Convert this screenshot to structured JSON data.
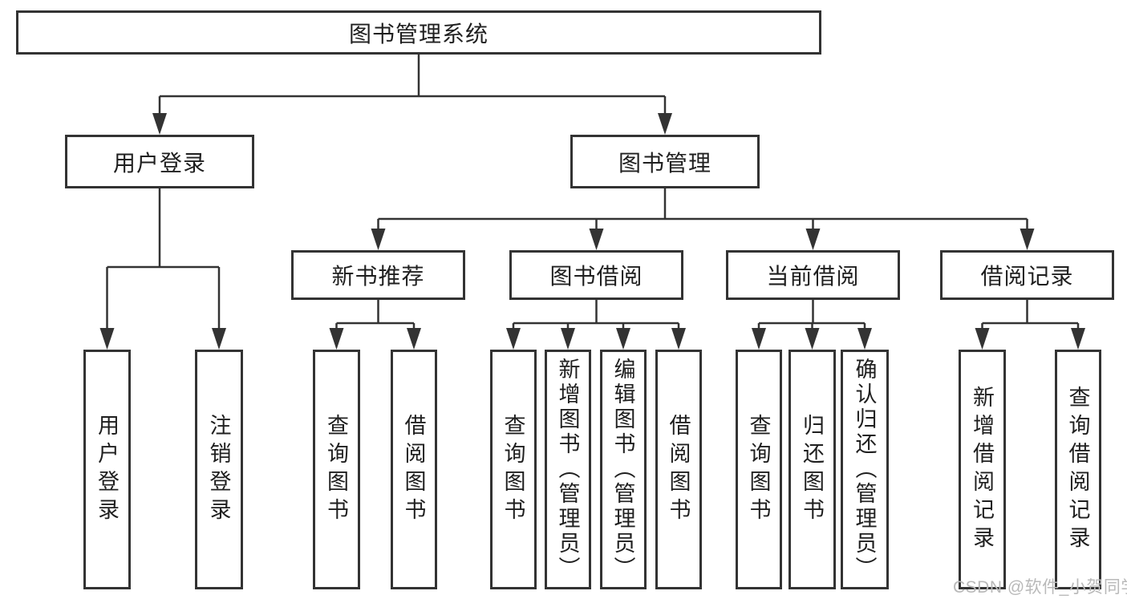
{
  "tree": {
    "root": {
      "label": "图书管理系统",
      "children": [
        {
          "label": "用户登录",
          "children": [
            {
              "label": "用户登录"
            },
            {
              "label": "注销登录"
            }
          ]
        },
        {
          "label": "图书管理",
          "children": [
            {
              "label": "新书推荐",
              "children": [
                {
                  "label": "查询图书"
                },
                {
                  "label": "借阅图书"
                }
              ]
            },
            {
              "label": "图书借阅",
              "children": [
                {
                  "label": "查询图书"
                },
                {
                  "label": "新增图书（管理员）"
                },
                {
                  "label": "编辑图书（管理员）"
                },
                {
                  "label": "借阅图书"
                }
              ]
            },
            {
              "label": "当前借阅",
              "children": [
                {
                  "label": "查询图书"
                },
                {
                  "label": "归还图书"
                },
                {
                  "label": "确认归还（管理员）"
                }
              ]
            },
            {
              "label": "借阅记录",
              "children": [
                {
                  "label": "新增借阅记录"
                },
                {
                  "label": "查询借阅记录"
                }
              ]
            }
          ]
        }
      ]
    }
  },
  "watermark": {
    "text": "CSDN @软件_小贺同学"
  },
  "colors": {
    "line": "#333333",
    "text": "#1f1f1f",
    "watermark": "#b9b9b9",
    "background": "#ffffff"
  }
}
